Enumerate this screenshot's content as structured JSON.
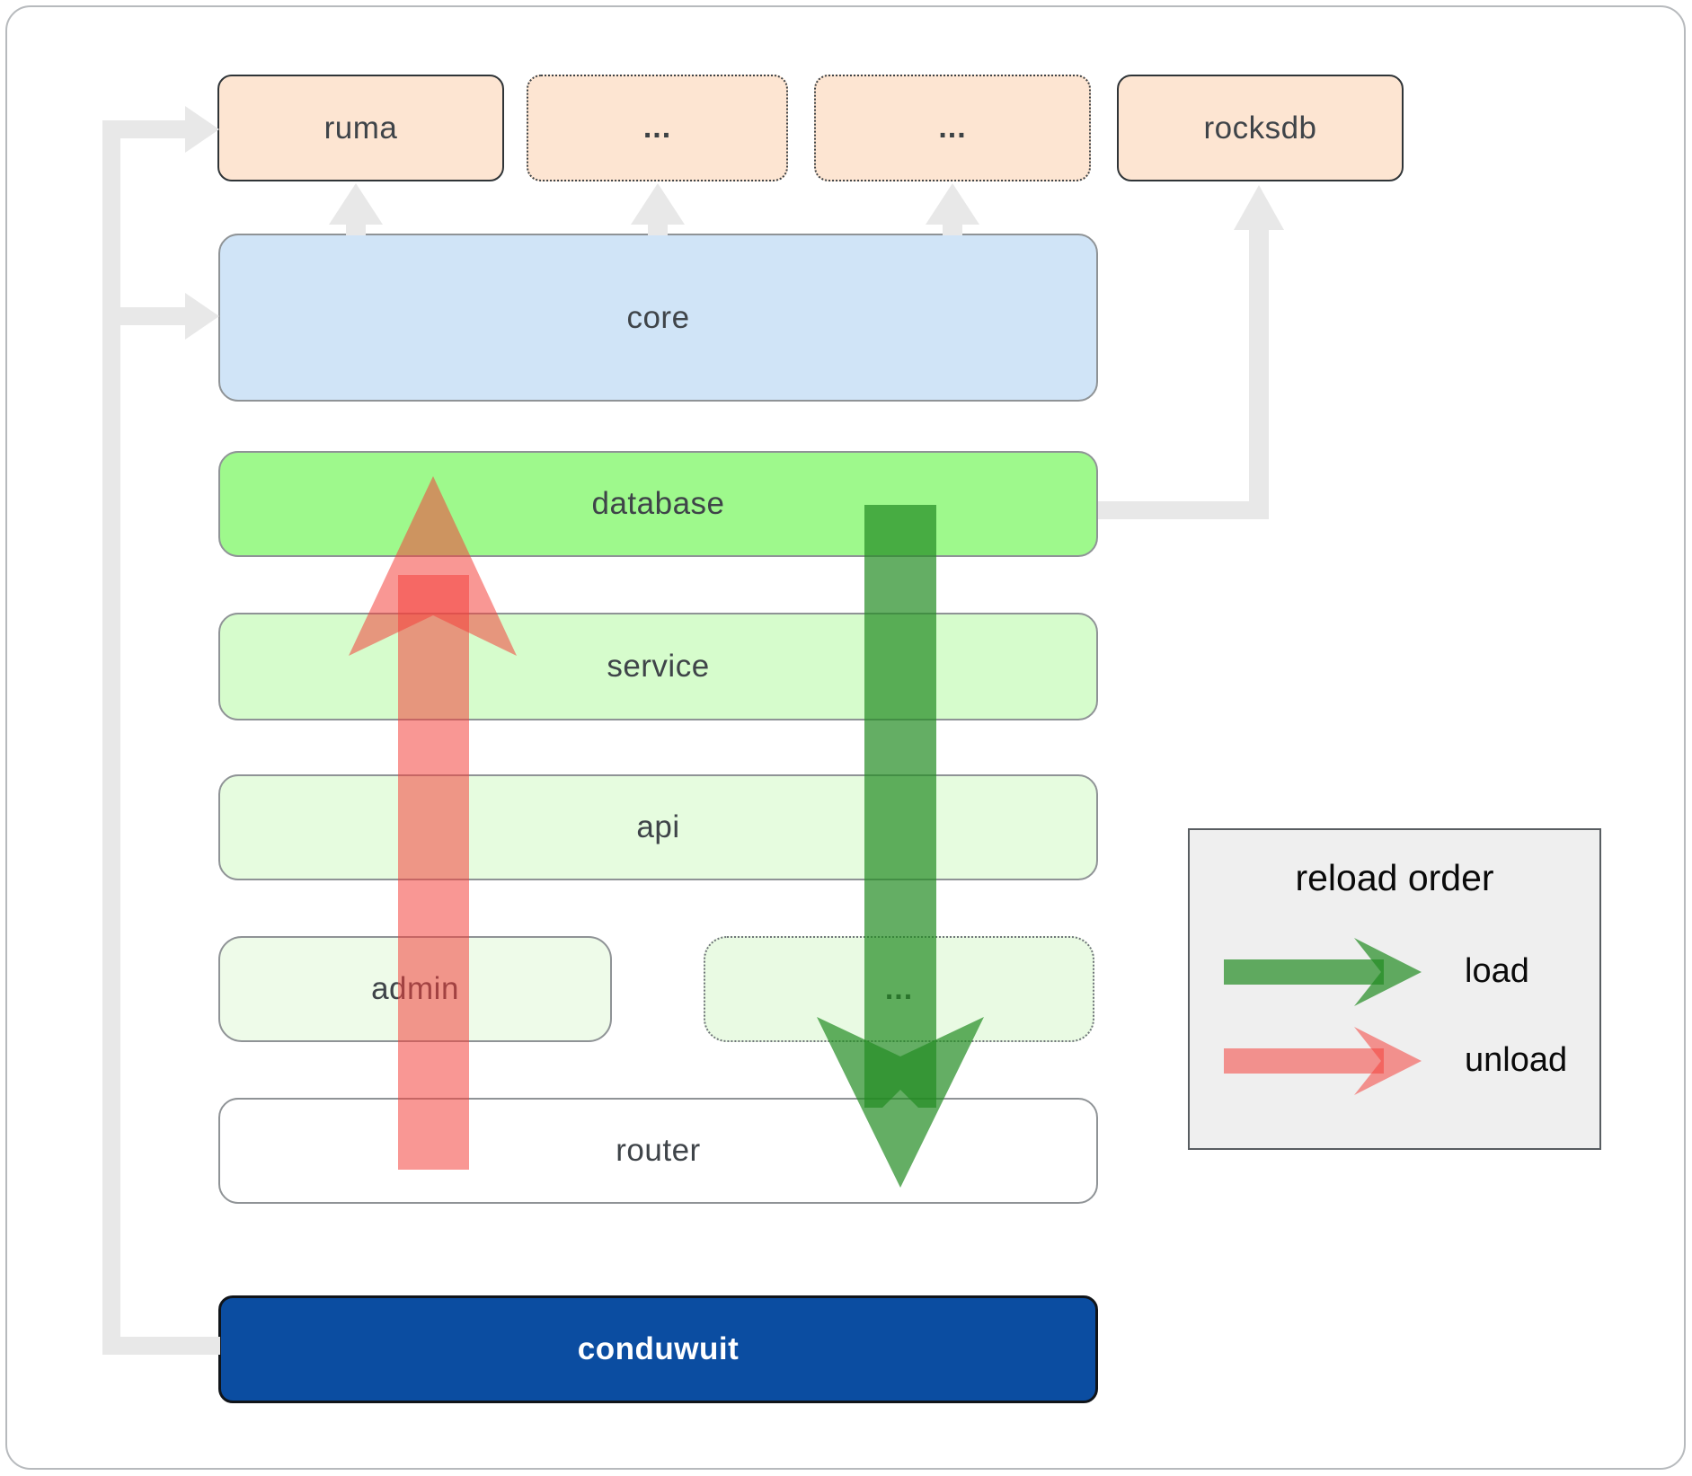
{
  "boxes": {
    "ruma": "ruma",
    "ellipsis_top_1": "...",
    "ellipsis_top_2": "...",
    "rocksdb": "rocksdb",
    "core": "core",
    "database": "database",
    "service": "service",
    "api": "api",
    "admin": "admin",
    "ellipsis_admin": "...",
    "router": "router",
    "conduwuit": "conduwuit"
  },
  "legend": {
    "title": "reload order",
    "items": [
      {
        "label": "load",
        "arrow_color": "rgba(34,139,34,0.70)"
      },
      {
        "label": "unload",
        "arrow_color": "rgba(244,66,60,0.55)"
      }
    ]
  },
  "colors": {
    "frame-border": "#b7babd",
    "box-border-dark": "#2f3437",
    "box-border-gray": "#8f9396",
    "fill-peach": "#fde5d2",
    "fill-blue": "#d0e4f7",
    "fill-green-bright": "#9ef98c",
    "fill-green-light": "#d6fccc",
    "fill-green-pale": "#e6fcdf",
    "fill-green-faint": "#eefbe9",
    "fill-green-faint2": "#e9fae3",
    "fill-navy": "#0b4da1",
    "label-dark": "#3f4449",
    "connector-gray": "#e8e8e8",
    "arrow-green": "rgba(34,139,34,0.70)",
    "arrow-red": "rgba(244,66,60,0.55)",
    "legend-bg": "#efefef",
    "legend-text": "#0a0a0a"
  }
}
